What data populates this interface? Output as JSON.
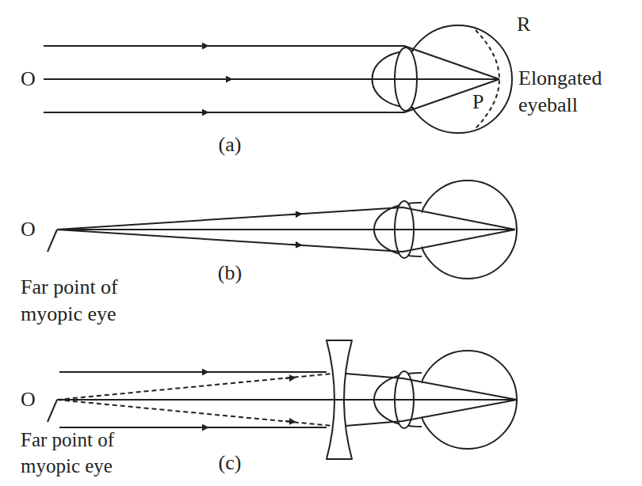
{
  "diagram": {
    "labels": [
      "O",
      "R",
      "Elongated eyeball",
      "P",
      "(a)",
      "O",
      "(b)",
      "Far point of myopic eye",
      "O",
      "Far point of myopic eye",
      "(c)"
    ]
  }
}
